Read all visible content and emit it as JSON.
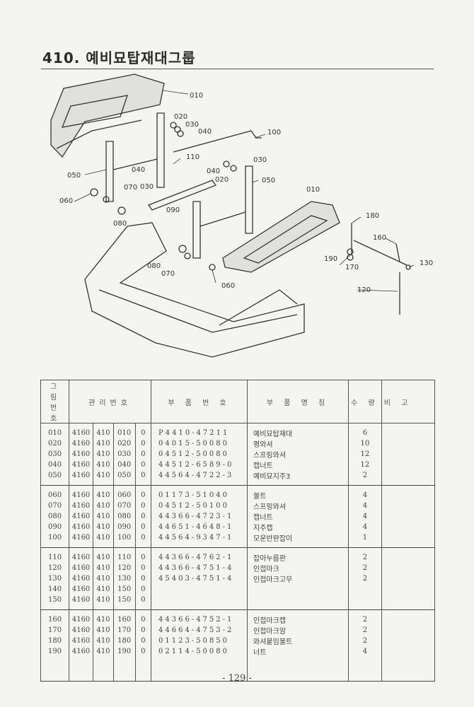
{
  "title": "410. 예비묘탑재대그룹",
  "diagram": {
    "callouts": [
      "010",
      "020",
      "030",
      "040",
      "100",
      "110",
      "030",
      "040",
      "040",
      "020",
      "030",
      "050",
      "050",
      "070",
      "060",
      "010",
      "090",
      "080",
      "180",
      "160",
      "190",
      "170",
      "130",
      "080",
      "070",
      "060",
      "120"
    ]
  },
  "table": {
    "headers": {
      "fig_no": "그 림 번 호",
      "mgmt_no": "관리번호",
      "part_no": "부 품 번 호",
      "part_name": "부 품 명 칭",
      "qty": "수 량",
      "remarks": "비 고"
    },
    "groups": [
      [
        {
          "fig": "010",
          "a": "4160",
          "b": "410",
          "c": "010",
          "d": "0",
          "part": "P4410-47211",
          "name": "예비묘탑재대",
          "qty": "6"
        },
        {
          "fig": "020",
          "a": "4160",
          "b": "410",
          "c": "020",
          "d": "0",
          "part": "04015-50080",
          "name": "평와셔",
          "qty": "10"
        },
        {
          "fig": "030",
          "a": "4160",
          "b": "410",
          "c": "030",
          "d": "0",
          "part": "04512-50080",
          "name": "스프링와셔",
          "qty": "12"
        },
        {
          "fig": "040",
          "a": "4160",
          "b": "410",
          "c": "040",
          "d": "0",
          "part": "44512-6589-0",
          "name": "캡너트",
          "qty": "12"
        },
        {
          "fig": "050",
          "a": "4160",
          "b": "410",
          "c": "050",
          "d": "0",
          "part": "44564-4722-3",
          "name": "예비묘지주3",
          "qty": "2"
        }
      ],
      [
        {
          "fig": "060",
          "a": "4160",
          "b": "410",
          "c": "060",
          "d": "0",
          "part": "01173-51040",
          "name": "볼트",
          "qty": "4"
        },
        {
          "fig": "070",
          "a": "4160",
          "b": "410",
          "c": "070",
          "d": "0",
          "part": "04512-50100",
          "name": "스프링와셔",
          "qty": "4"
        },
        {
          "fig": "080",
          "a": "4160",
          "b": "410",
          "c": "080",
          "d": "0",
          "part": "44366-4723-1",
          "name": "캡너트",
          "qty": "4"
        },
        {
          "fig": "090",
          "a": "4160",
          "b": "410",
          "c": "090",
          "d": "0",
          "part": "44651-4648-1",
          "name": "지주캡",
          "qty": "4"
        },
        {
          "fig": "100",
          "a": "4160",
          "b": "410",
          "c": "100",
          "d": "0",
          "part": "44564-9347-1",
          "name": "모운반판잡이",
          "qty": "1"
        }
      ],
      [
        {
          "fig": "110",
          "a": "4160",
          "b": "410",
          "c": "110",
          "d": "0",
          "part": "44366-4762-1",
          "name": "잡아누름판",
          "qty": "2"
        },
        {
          "fig": "120",
          "a": "4160",
          "b": "410",
          "c": "120",
          "d": "0",
          "part": "44366-4751-4",
          "name": "인접마크",
          "qty": "2"
        },
        {
          "fig": "130",
          "a": "4160",
          "b": "410",
          "c": "130",
          "d": "0",
          "part": "45403-4751-4",
          "name": "인접마크고무",
          "qty": "2"
        },
        {
          "fig": "140",
          "a": "4160",
          "b": "410",
          "c": "150",
          "d": "0",
          "part": "",
          "name": "",
          "qty": ""
        },
        {
          "fig": "150",
          "a": "4160",
          "b": "410",
          "c": "150",
          "d": "0",
          "part": "",
          "name": "",
          "qty": ""
        }
      ],
      [
        {
          "fig": "160",
          "a": "4160",
          "b": "410",
          "c": "160",
          "d": "0",
          "part": "44366-4752-1",
          "name": "인접마크캡",
          "qty": "2"
        },
        {
          "fig": "170",
          "a": "4160",
          "b": "410",
          "c": "170",
          "d": "0",
          "part": "44664-4753-2",
          "name": "인접마크암",
          "qty": "2"
        },
        {
          "fig": "180",
          "a": "4160",
          "b": "410",
          "c": "180",
          "d": "0",
          "part": "01123-50850",
          "name": "와셔붙임볼트",
          "qty": "2"
        },
        {
          "fig": "190",
          "a": "4160",
          "b": "410",
          "c": "190",
          "d": "0",
          "part": "02114-50080",
          "name": "너트",
          "qty": "4"
        }
      ]
    ]
  },
  "page_number": "- 129 -"
}
